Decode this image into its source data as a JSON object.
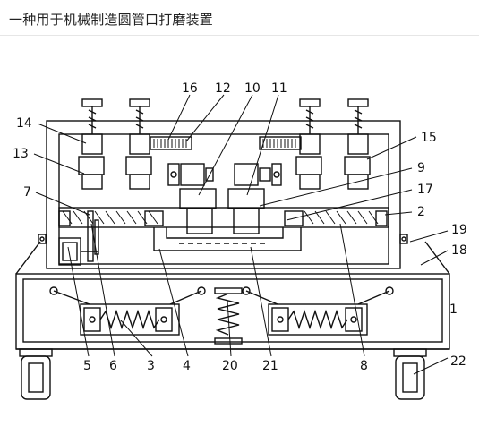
{
  "page": {
    "title": "一种用于机械制造圆管口打磨装置"
  },
  "figure": {
    "callouts": {
      "c1": "1",
      "c2": "2",
      "c3": "3",
      "c4": "4",
      "c5": "5",
      "c6": "6",
      "c7": "7",
      "c8": "8",
      "c9": "9",
      "c10": "10",
      "c11": "11",
      "c12": "12",
      "c13": "13",
      "c14": "14",
      "c15": "15",
      "c16": "16",
      "c17": "17",
      "c18": "18",
      "c19": "19",
      "c20": "20",
      "c21": "21",
      "c22": "22"
    }
  }
}
